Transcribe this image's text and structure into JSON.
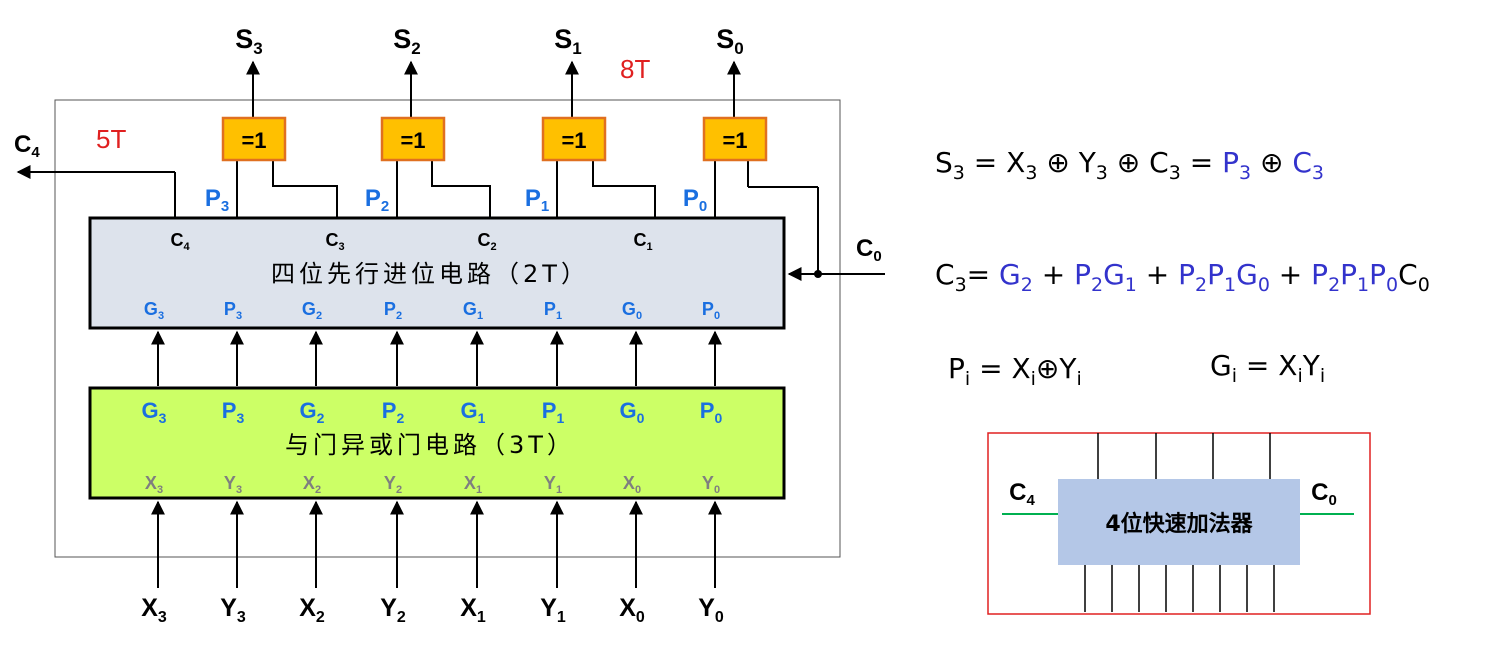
{
  "outputs": [
    {
      "base": "S",
      "sub": "3"
    },
    {
      "base": "S",
      "sub": "2"
    },
    {
      "base": "S",
      "sub": "1"
    },
    {
      "base": "S",
      "sub": "0"
    }
  ],
  "xor_gate_label": "=1",
  "delay_top": "8T",
  "delay_c4": "5T",
  "carry_out": {
    "base": "C",
    "sub": "4"
  },
  "carry_in": {
    "base": "C",
    "sub": "0"
  },
  "p_outputs": [
    {
      "base": "P",
      "sub": "3"
    },
    {
      "base": "P",
      "sub": "2"
    },
    {
      "base": "P",
      "sub": "1"
    },
    {
      "base": "P",
      "sub": "0"
    }
  ],
  "carry_block": {
    "title": "四位先行进位电路（2T）",
    "carries": [
      {
        "base": "C",
        "sub": "4"
      },
      {
        "base": "C",
        "sub": "3"
      },
      {
        "base": "C",
        "sub": "2"
      },
      {
        "base": "C",
        "sub": "1"
      }
    ],
    "inputs": [
      {
        "base": "G",
        "sub": "3"
      },
      {
        "base": "P",
        "sub": "3"
      },
      {
        "base": "G",
        "sub": "2"
      },
      {
        "base": "P",
        "sub": "2"
      },
      {
        "base": "G",
        "sub": "1"
      },
      {
        "base": "P",
        "sub": "1"
      },
      {
        "base": "G",
        "sub": "0"
      },
      {
        "base": "P",
        "sub": "0"
      }
    ]
  },
  "gate_block": {
    "title": "与门异或门电路（3T）",
    "outputs": [
      {
        "base": "G",
        "sub": "3"
      },
      {
        "base": "P",
        "sub": "3"
      },
      {
        "base": "G",
        "sub": "2"
      },
      {
        "base": "P",
        "sub": "2"
      },
      {
        "base": "G",
        "sub": "1"
      },
      {
        "base": "P",
        "sub": "1"
      },
      {
        "base": "G",
        "sub": "0"
      },
      {
        "base": "P",
        "sub": "0"
      }
    ],
    "inputs": [
      {
        "base": "X",
        "sub": "3"
      },
      {
        "base": "Y",
        "sub": "3"
      },
      {
        "base": "X",
        "sub": "2"
      },
      {
        "base": "Y",
        "sub": "2"
      },
      {
        "base": "X",
        "sub": "1"
      },
      {
        "base": "Y",
        "sub": "1"
      },
      {
        "base": "X",
        "sub": "0"
      },
      {
        "base": "Y",
        "sub": "0"
      }
    ]
  },
  "bottom_inputs": [
    {
      "base": "X",
      "sub": "3"
    },
    {
      "base": "Y",
      "sub": "3"
    },
    {
      "base": "X",
      "sub": "2"
    },
    {
      "base": "Y",
      "sub": "2"
    },
    {
      "base": "X",
      "sub": "1"
    },
    {
      "base": "Y",
      "sub": "1"
    },
    {
      "base": "X",
      "sub": "0"
    },
    {
      "base": "Y",
      "sub": "0"
    }
  ],
  "formulas": {
    "s3": [
      {
        "t": "S",
        "c": "#000"
      },
      {
        "t": "3",
        "c": "#000",
        "sub": true
      },
      {
        "t": " = ",
        "c": "#000"
      },
      {
        "t": "X",
        "c": "#000"
      },
      {
        "t": "3",
        "c": "#000",
        "sub": true
      },
      {
        "t": " ⊕ ",
        "c": "#000"
      },
      {
        "t": "Y",
        "c": "#000"
      },
      {
        "t": "3",
        "c": "#000",
        "sub": true
      },
      {
        "t": " ⊕ ",
        "c": "#000"
      },
      {
        "t": "C",
        "c": "#000"
      },
      {
        "t": "3",
        "c": "#000",
        "sub": true
      },
      {
        "t": " = ",
        "c": "#000"
      },
      {
        "t": "P",
        "c": "#3333cc"
      },
      {
        "t": "3",
        "c": "#3333cc",
        "sub": true
      },
      {
        "t": " ⊕ ",
        "c": "#000"
      },
      {
        "t": "C",
        "c": "#3333cc"
      },
      {
        "t": "3",
        "c": "#3333cc",
        "sub": true
      }
    ],
    "c3": [
      {
        "t": "C",
        "c": "#000"
      },
      {
        "t": "3",
        "c": "#000",
        "sub": true
      },
      {
        "t": "= ",
        "c": "#000"
      },
      {
        "t": "G",
        "c": "#3333cc"
      },
      {
        "t": "2",
        "c": "#3333cc",
        "sub": true
      },
      {
        "t": " + ",
        "c": "#000"
      },
      {
        "t": "P",
        "c": "#3333cc"
      },
      {
        "t": "2",
        "c": "#3333cc",
        "sub": true
      },
      {
        "t": "G",
        "c": "#3333cc"
      },
      {
        "t": "1",
        "c": "#3333cc",
        "sub": true
      },
      {
        "t": " + ",
        "c": "#000"
      },
      {
        "t": "P",
        "c": "#3333cc"
      },
      {
        "t": "2",
        "c": "#3333cc",
        "sub": true
      },
      {
        "t": "P",
        "c": "#3333cc"
      },
      {
        "t": "1",
        "c": "#3333cc",
        "sub": true
      },
      {
        "t": "G",
        "c": "#3333cc"
      },
      {
        "t": "0",
        "c": "#3333cc",
        "sub": true
      },
      {
        "t": " + ",
        "c": "#000"
      },
      {
        "t": "P",
        "c": "#3333cc"
      },
      {
        "t": "2",
        "c": "#3333cc",
        "sub": true
      },
      {
        "t": "P",
        "c": "#3333cc"
      },
      {
        "t": "1",
        "c": "#3333cc",
        "sub": true
      },
      {
        "t": "P",
        "c": "#3333cc"
      },
      {
        "t": "0",
        "c": "#3333cc",
        "sub": true
      },
      {
        "t": "C",
        "c": "#000"
      },
      {
        "t": "0",
        "c": "#000",
        "sub": true
      }
    ],
    "pi": [
      {
        "t": "P",
        "c": "#000"
      },
      {
        "t": "i",
        "c": "#000",
        "sub": true
      },
      {
        "t": " =  ",
        "c": "#000"
      },
      {
        "t": "X",
        "c": "#000"
      },
      {
        "t": "i",
        "c": "#000",
        "sub": true
      },
      {
        "t": "⊕",
        "c": "#000"
      },
      {
        "t": "Y",
        "c": "#000"
      },
      {
        "t": "i",
        "c": "#000",
        "sub": true
      }
    ],
    "gi": [
      {
        "t": "G",
        "c": "#000"
      },
      {
        "t": "i",
        "c": "#000",
        "sub": true
      },
      {
        "t": "  =  ",
        "c": "#000"
      },
      {
        "t": "X",
        "c": "#000"
      },
      {
        "t": "i",
        "c": "#000",
        "sub": true
      },
      {
        "t": "Y",
        "c": "#000"
      },
      {
        "t": "i",
        "c": "#000",
        "sub": true
      }
    ]
  },
  "adder_box": {
    "title": "4位快速加法器",
    "left": {
      "base": "C",
      "sub": "4"
    },
    "right": {
      "base": "C",
      "sub": "0"
    }
  },
  "colors": {
    "blue_label": "#1a6fe0",
    "formula_blue": "#3333cc",
    "red": "#e02020",
    "gate_fill": "#ffc000",
    "gate_border": "#e07020",
    "carry_fill": "#dde3ec",
    "gate_block_fill": "#ccff66",
    "gray_label": "#7f7f7f",
    "adder_fill": "#b4c7e7",
    "green_line": "#00b050"
  }
}
